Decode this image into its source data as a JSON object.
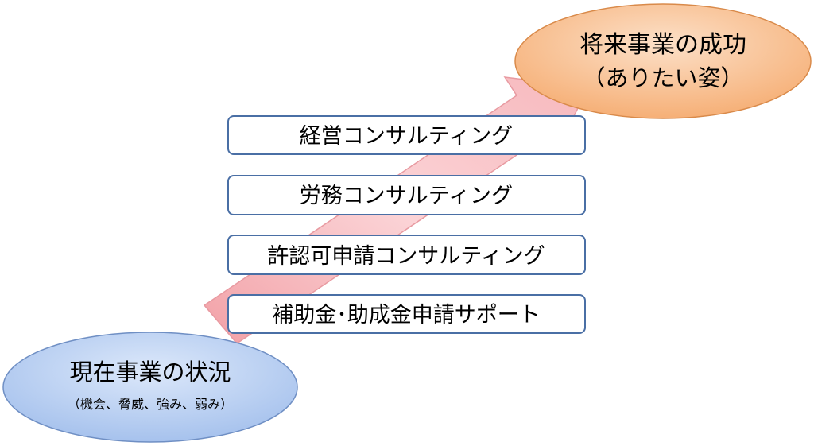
{
  "diagram": {
    "current_state": {
      "title": "現在事業の状況",
      "subtitle": "（機会、脅威、強み、弱み）"
    },
    "goal": {
      "title": "将来事業の成功",
      "subtitle": "（ありたい姿）"
    },
    "services": [
      "経営コンサルティング",
      "労務コンサルティング",
      "許認可申請コンサルティング",
      "補助金･助成金申請サポート"
    ],
    "colors": {
      "arrow": "#F8C6C9",
      "current_state_fill": "#B9CFF2",
      "goal_fill": "#F9C08F",
      "box_border": "#4A6FA5"
    }
  }
}
